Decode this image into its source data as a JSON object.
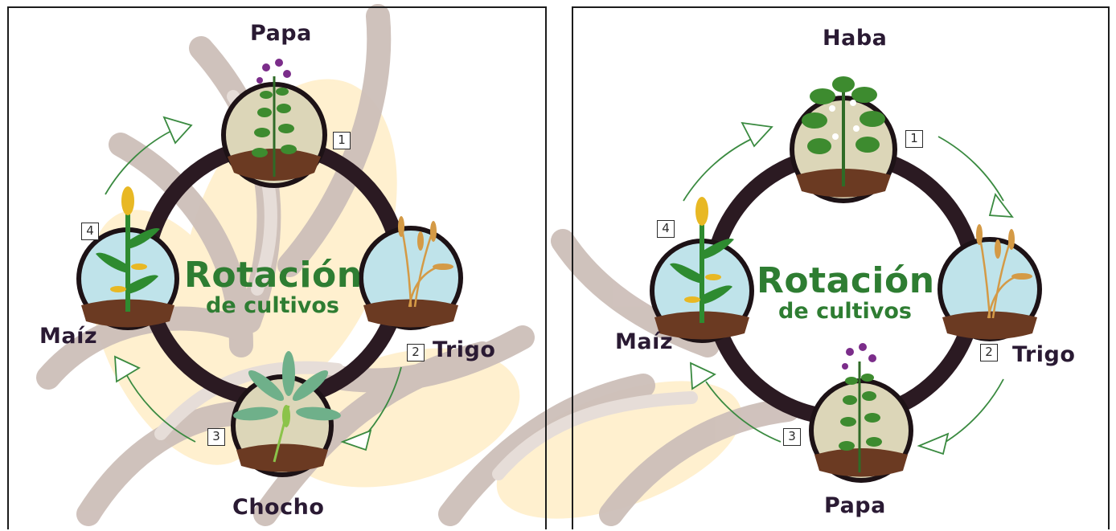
{
  "colors": {
    "ring": "#2b1a22",
    "accent_green": "#2e7d32",
    "arrow_green": "#3a8a40",
    "watermark_beige": "#cdbfb9",
    "watermark_cream": "#fff0cf",
    "soil": "#6b3a22",
    "sky_fill": "#bfe3ea",
    "earth_fill": "#dcd6b8"
  },
  "panels": [
    {
      "title_line1": "Rotación",
      "title_line2": "de cultivos",
      "crops": [
        {
          "label": "Papa",
          "step": "1",
          "icon": "potato-plant-icon"
        },
        {
          "label": "Trigo",
          "step": "2",
          "icon": "wheat-icon"
        },
        {
          "label": "Chocho",
          "step": "3",
          "icon": "lupin-plant-icon"
        },
        {
          "label": "Maíz",
          "step": "4",
          "icon": "corn-plant-icon"
        }
      ]
    },
    {
      "title_line1": "Rotación",
      "title_line2": "de cultivos",
      "crops": [
        {
          "label": "Haba",
          "step": "1",
          "icon": "broad-bean-plant-icon"
        },
        {
          "label": "Trigo",
          "step": "2",
          "icon": "wheat-icon"
        },
        {
          "label": "Papa",
          "step": "3",
          "icon": "potato-plant-icon"
        },
        {
          "label": "Maíz",
          "step": "4",
          "icon": "corn-plant-icon"
        }
      ]
    }
  ]
}
